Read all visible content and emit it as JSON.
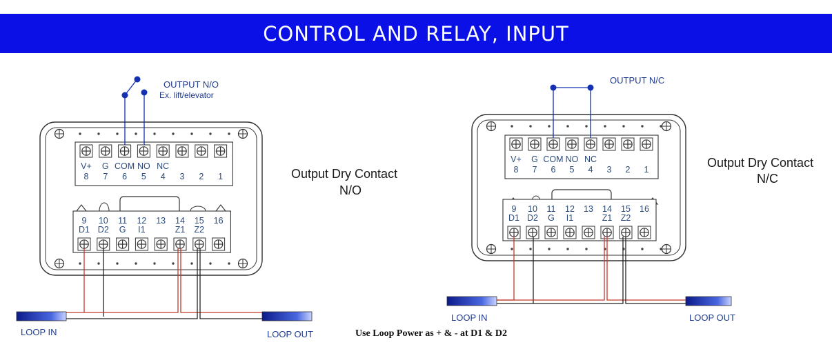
{
  "banner": {
    "title": "CONTROL AND RELAY, INPUT",
    "color": "#0a10e6"
  },
  "left": {
    "output_label": "OUTPUT N/O",
    "output_sublabel": "Ex. lift/elevator",
    "caption_line1": "Output Dry Contact",
    "caption_line2": "N/O",
    "loop_in": "LOOP IN",
    "loop_out": "LOOP OUT"
  },
  "right": {
    "output_label": "OUTPUT N/C",
    "caption_line1": "Output Dry Contact",
    "caption_line2": "N/C",
    "loop_in": "LOOP IN",
    "loop_out": "LOOP OUT"
  },
  "top_terminals": [
    {
      "name": "V+",
      "num": "8"
    },
    {
      "name": "G",
      "num": "7"
    },
    {
      "name": "COM",
      "num": "6"
    },
    {
      "name": "NO",
      "num": "5"
    },
    {
      "name": "NC",
      "num": "4"
    },
    {
      "name": "",
      "num": "3"
    },
    {
      "name": "",
      "num": "2"
    },
    {
      "name": "",
      "num": "1"
    }
  ],
  "bottom_terminals": [
    {
      "num": "9",
      "name": "D1"
    },
    {
      "num": "10",
      "name": "D2"
    },
    {
      "num": "11",
      "name": "G"
    },
    {
      "num": "12",
      "name": "I1"
    },
    {
      "num": "13",
      "name": ""
    },
    {
      "num": "14",
      "name": "Z1"
    },
    {
      "num": "15",
      "name": "Z2"
    },
    {
      "num": "16",
      "name": ""
    }
  ],
  "footer_note": "Use Loop Power as + & - at D1 & D2",
  "colors": {
    "wire_red": "#c0392b",
    "wire_black": "#222222",
    "node_blue": "#1530b0",
    "text_blue": "#1f3b8f"
  }
}
